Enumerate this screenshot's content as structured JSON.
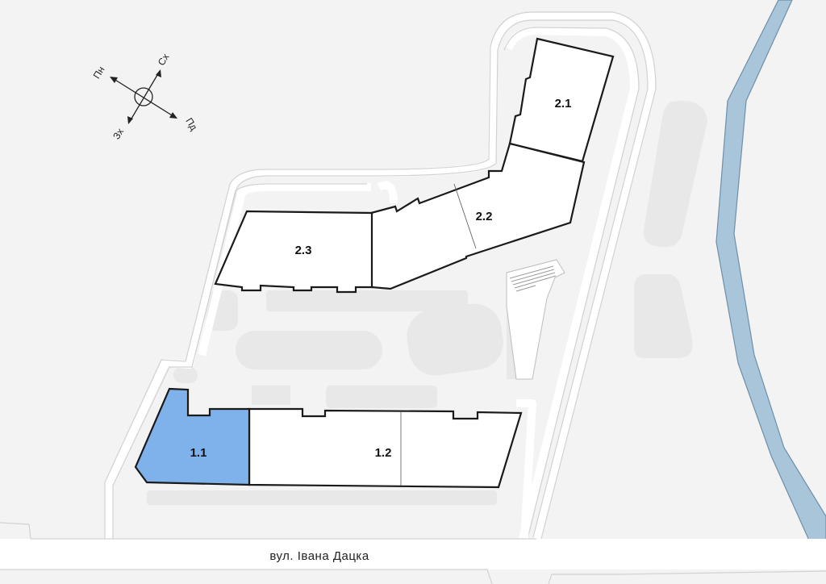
{
  "map": {
    "street_name": "вул. Івана Дацка",
    "selected_section": "1.1",
    "colors": {
      "background": "#f3f3f3",
      "building": "#ffffff",
      "selected": "#7fb2ea",
      "river": "#a9c5da",
      "outline": "#1a1a1a"
    }
  },
  "compass": {
    "north": "Пн",
    "east": "Сх",
    "south": "Пд",
    "west": "Зх"
  },
  "buildings": [
    {
      "label": "2.1"
    },
    {
      "label": "2.2"
    },
    {
      "label": "2.3"
    },
    {
      "label": "1.1"
    },
    {
      "label": "1.2"
    }
  ]
}
